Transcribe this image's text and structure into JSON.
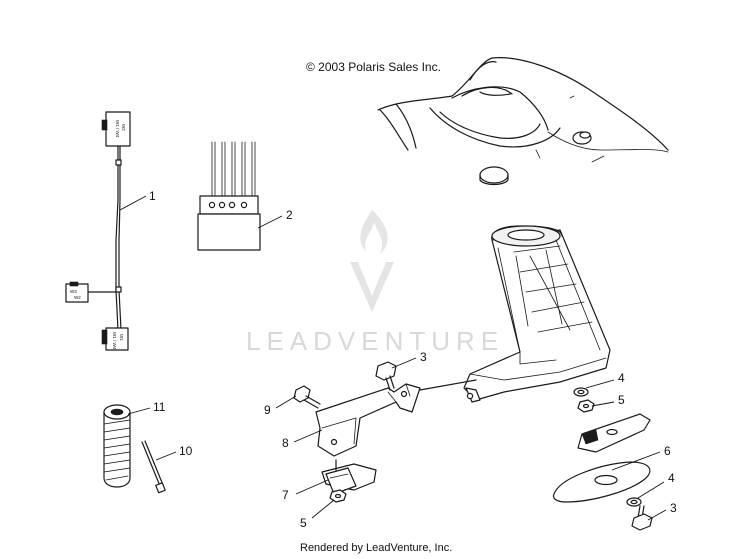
{
  "copyright": "© 2003 Polaris Sales Inc.",
  "footer": "Rendered by LeadVenture, Inc.",
  "watermark": "LEADVENTURE",
  "connector_labels": {
    "top": "W1 / W4",
    "top_sub": "W2",
    "mid": "W3",
    "mid_sub": "W2",
    "bottom": "W1 / W4",
    "bottom_sub": "W1"
  },
  "callouts": [
    {
      "id": "c1",
      "label": "1"
    },
    {
      "id": "c2",
      "label": "2"
    },
    {
      "id": "c3a",
      "label": "3"
    },
    {
      "id": "c3b",
      "label": "3"
    },
    {
      "id": "c4a",
      "label": "4"
    },
    {
      "id": "c4b",
      "label": "4"
    },
    {
      "id": "c5a",
      "label": "5"
    },
    {
      "id": "c5b",
      "label": "5"
    },
    {
      "id": "c6",
      "label": "6"
    },
    {
      "id": "c7",
      "label": "7"
    },
    {
      "id": "c8",
      "label": "8"
    },
    {
      "id": "c9",
      "label": "9"
    },
    {
      "id": "c10",
      "label": "10"
    },
    {
      "id": "c11",
      "label": "11"
    }
  ]
}
